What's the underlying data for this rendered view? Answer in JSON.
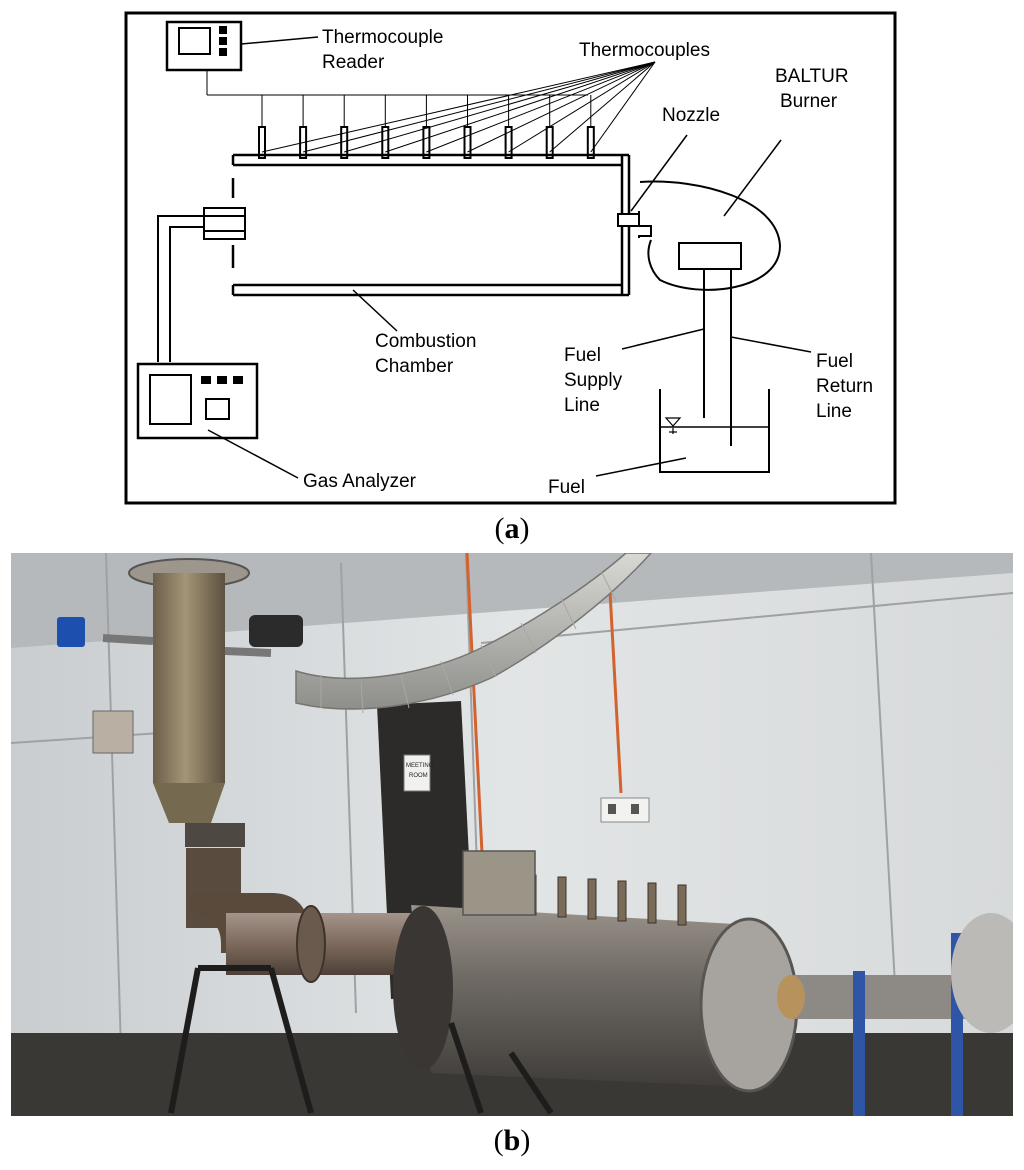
{
  "diagram": {
    "labels": {
      "thermocouple_reader_1": "Thermocouple",
      "thermocouple_reader_2": "Reader",
      "thermocouples": "Thermocouples",
      "nozzle": "Nozzle",
      "baltur_1": "BALTUR",
      "baltur_2": "Burner",
      "combustion_1": "Combustion",
      "combustion_2": "Chamber",
      "fuel_supply_1": "Fuel",
      "fuel_supply_2": "Supply",
      "fuel_supply_3": "Line",
      "fuel_return_1": "Fuel",
      "fuel_return_2": "Return",
      "fuel_return_3": "Line",
      "fuel": "Fuel",
      "gas_analyzer": "Gas Analyzer"
    },
    "thermocouple_count": 9
  },
  "captions": {
    "a_open": "(",
    "a_letter": "a",
    "a_close": ")",
    "b_open": "(",
    "b_letter": "b",
    "b_close": ")"
  },
  "photo": {
    "sign_line1": "MEETING",
    "sign_line2": "ROOM"
  }
}
